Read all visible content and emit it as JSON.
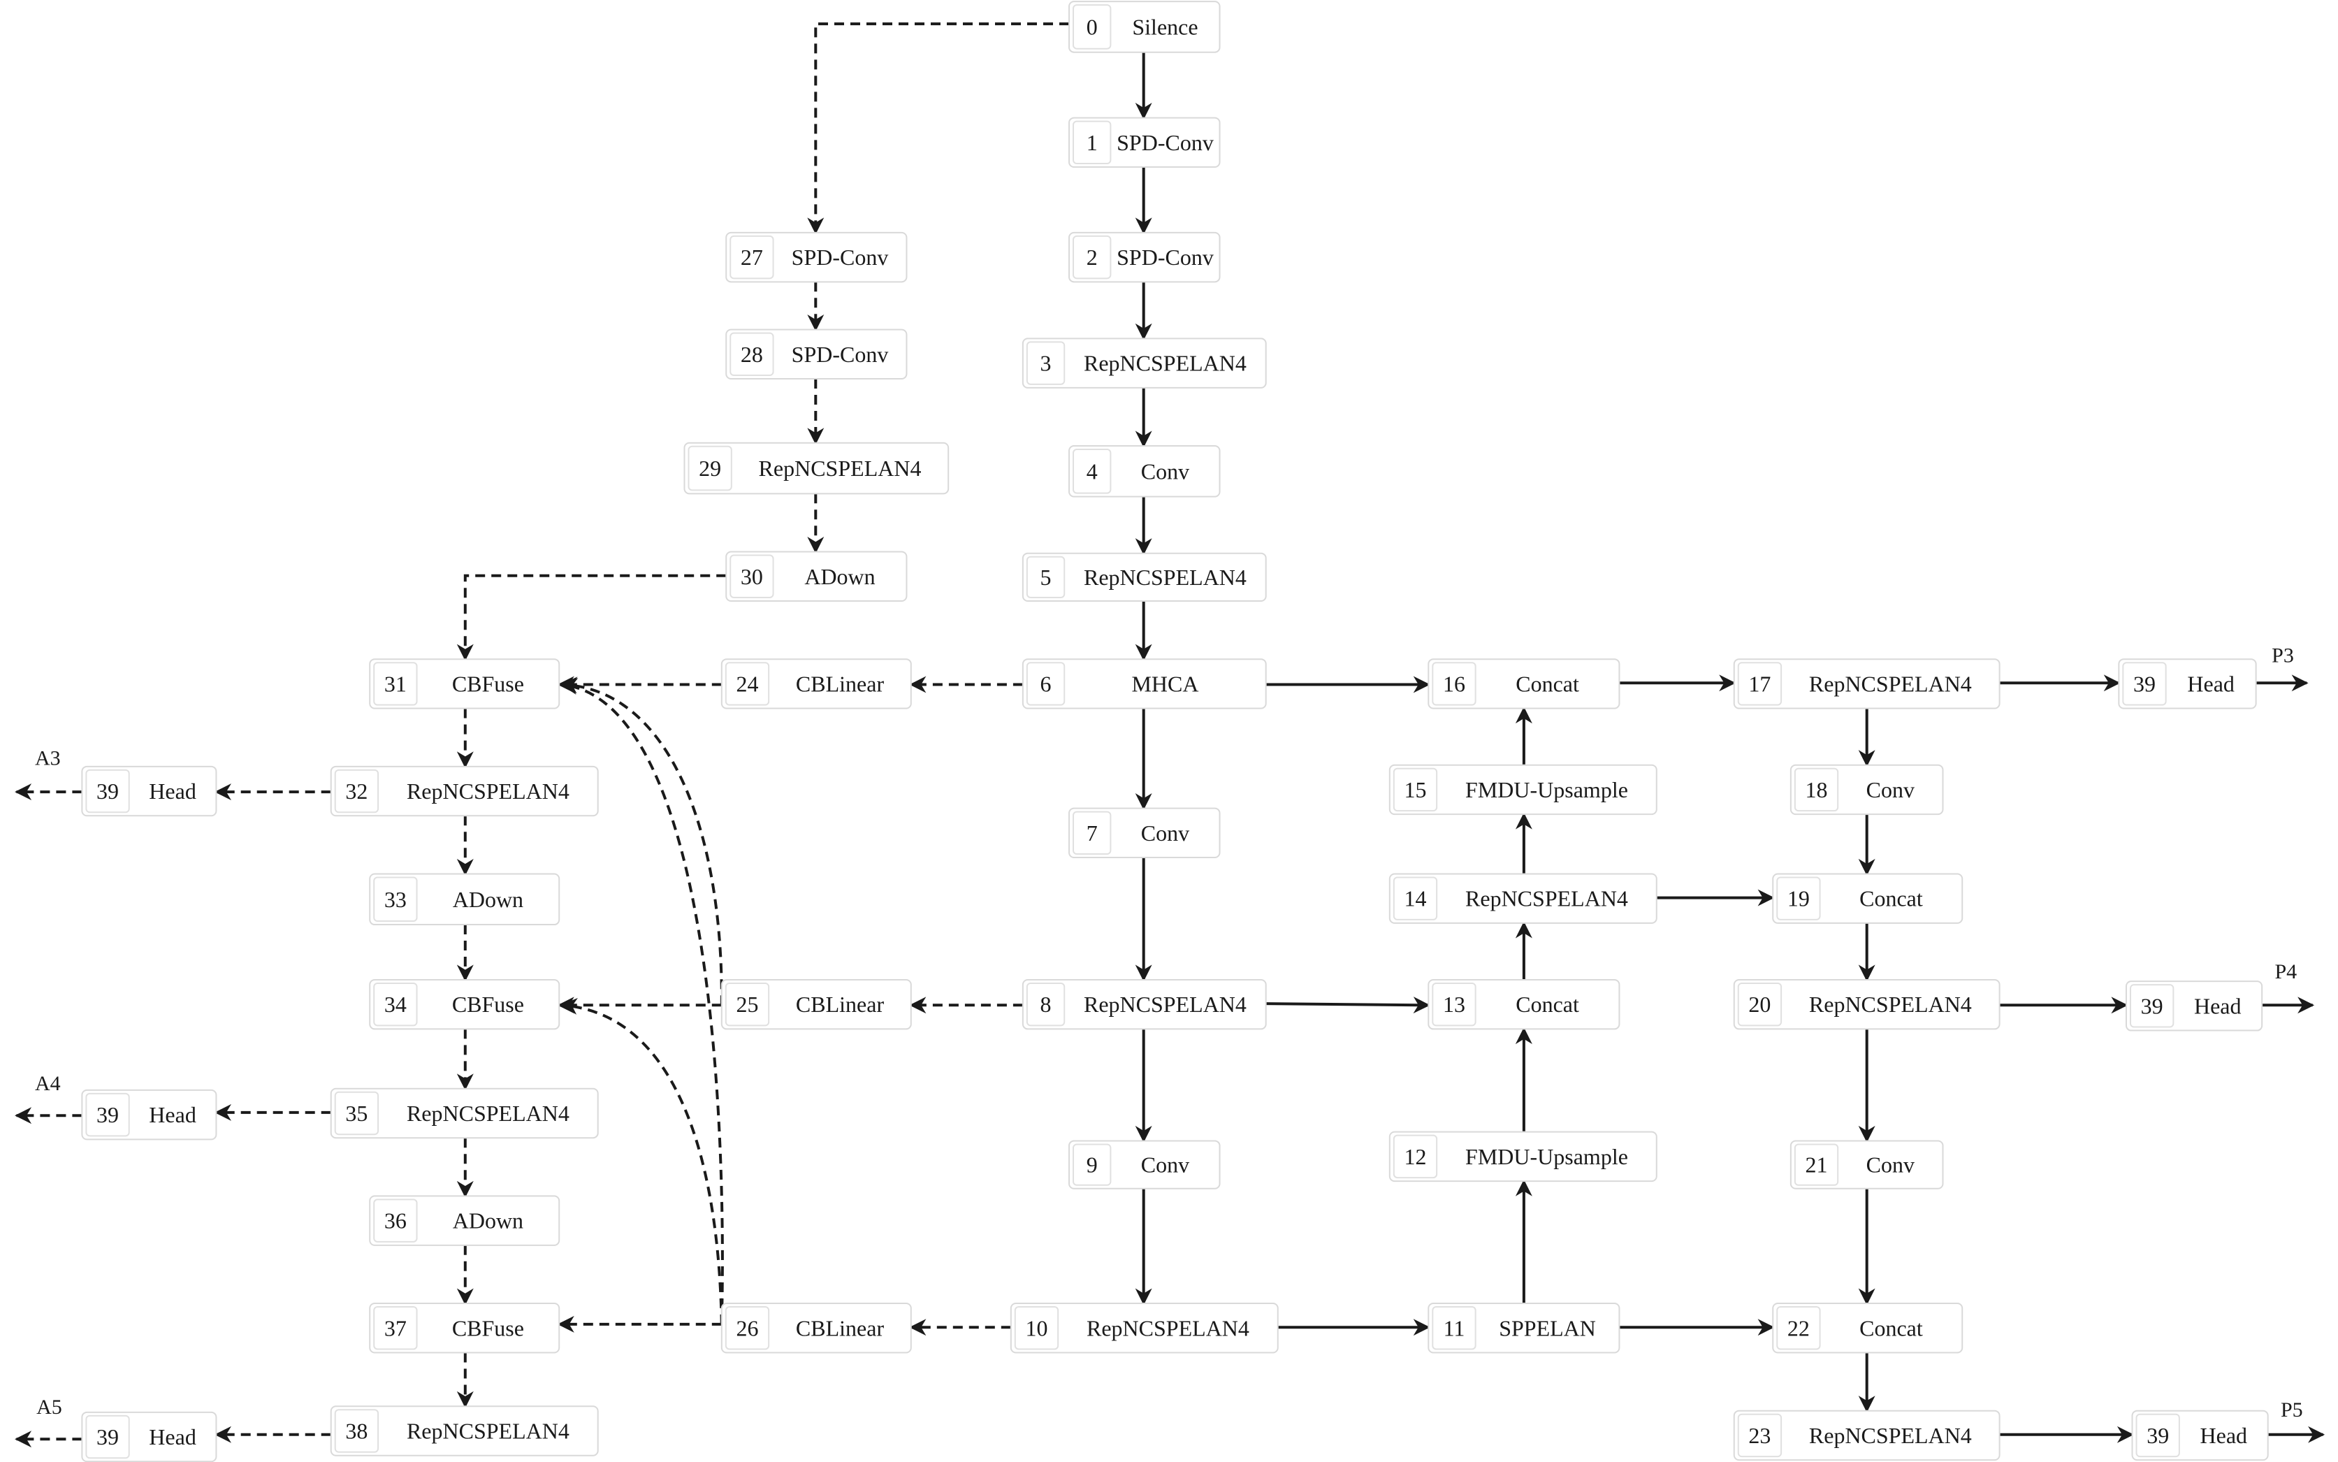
{
  "nodes": [
    {
      "id": "n0",
      "index": "0",
      "label": "Silence"
    },
    {
      "id": "n1",
      "index": "1",
      "label": "SPD-Conv"
    },
    {
      "id": "n2",
      "index": "2",
      "label": "SPD-Conv"
    },
    {
      "id": "n3",
      "index": "3",
      "label": "RepNCSPELAN4"
    },
    {
      "id": "n4",
      "index": "4",
      "label": "Conv"
    },
    {
      "id": "n5",
      "index": "5",
      "label": "RepNCSPELAN4"
    },
    {
      "id": "n6",
      "index": "6",
      "label": "MHCA"
    },
    {
      "id": "n7",
      "index": "7",
      "label": "Conv"
    },
    {
      "id": "n8",
      "index": "8",
      "label": "RepNCSPELAN4"
    },
    {
      "id": "n9",
      "index": "9",
      "label": "Conv"
    },
    {
      "id": "n10",
      "index": "10",
      "label": "RepNCSPELAN4"
    },
    {
      "id": "n11",
      "index": "11",
      "label": "SPPELAN"
    },
    {
      "id": "n12",
      "index": "12",
      "label": "FMDU-Upsample"
    },
    {
      "id": "n13",
      "index": "13",
      "label": "Concat"
    },
    {
      "id": "n14",
      "index": "14",
      "label": "RepNCSPELAN4"
    },
    {
      "id": "n15",
      "index": "15",
      "label": "FMDU-Upsample"
    },
    {
      "id": "n16",
      "index": "16",
      "label": "Concat"
    },
    {
      "id": "n17",
      "index": "17",
      "label": "RepNCSPELAN4"
    },
    {
      "id": "n18",
      "index": "18",
      "label": "Conv"
    },
    {
      "id": "n19",
      "index": "19",
      "label": "Concat"
    },
    {
      "id": "n20",
      "index": "20",
      "label": "RepNCSPELAN4"
    },
    {
      "id": "n21",
      "index": "21",
      "label": "Conv"
    },
    {
      "id": "n22",
      "index": "22",
      "label": "Concat"
    },
    {
      "id": "n23",
      "index": "23",
      "label": "RepNCSPELAN4"
    },
    {
      "id": "n24",
      "index": "24",
      "label": "CBLinear"
    },
    {
      "id": "n25",
      "index": "25",
      "label": "CBLinear"
    },
    {
      "id": "n26",
      "index": "26",
      "label": "CBLinear"
    },
    {
      "id": "n27",
      "index": "27",
      "label": "SPD-Conv"
    },
    {
      "id": "n28",
      "index": "28",
      "label": "SPD-Conv"
    },
    {
      "id": "n29",
      "index": "29",
      "label": "RepNCSPELAN4"
    },
    {
      "id": "n30",
      "index": "30",
      "label": "ADown"
    },
    {
      "id": "n31",
      "index": "31",
      "label": "CBFuse"
    },
    {
      "id": "n32",
      "index": "32",
      "label": "RepNCSPELAN4"
    },
    {
      "id": "n33",
      "index": "33",
      "label": "ADown"
    },
    {
      "id": "n34",
      "index": "34",
      "label": "CBFuse"
    },
    {
      "id": "n35",
      "index": "35",
      "label": "RepNCSPELAN4"
    },
    {
      "id": "n36",
      "index": "36",
      "label": "ADown"
    },
    {
      "id": "n37",
      "index": "37",
      "label": "CBFuse"
    },
    {
      "id": "n38",
      "index": "38",
      "label": "RepNCSPELAN4"
    },
    {
      "id": "hP3",
      "index": "39",
      "label": "Head"
    },
    {
      "id": "hP4",
      "index": "39",
      "label": "Head"
    },
    {
      "id": "hP5",
      "index": "39",
      "label": "Head"
    },
    {
      "id": "hA3",
      "index": "39",
      "label": "Head"
    },
    {
      "id": "hA4",
      "index": "39",
      "label": "Head"
    },
    {
      "id": "hA5",
      "index": "39",
      "label": "Head"
    }
  ],
  "outputs": [
    {
      "id": "oP3",
      "label": "P3"
    },
    {
      "id": "oP4",
      "label": "P4"
    },
    {
      "id": "oP5",
      "label": "P5"
    },
    {
      "id": "oA3",
      "label": "A3"
    },
    {
      "id": "oA4",
      "label": "A4"
    },
    {
      "id": "oA5",
      "label": "A5"
    }
  ],
  "edges": [
    {
      "from": "n0",
      "to": "n1",
      "style": "solid"
    },
    {
      "from": "n1",
      "to": "n2",
      "style": "solid"
    },
    {
      "from": "n2",
      "to": "n3",
      "style": "solid"
    },
    {
      "from": "n3",
      "to": "n4",
      "style": "solid"
    },
    {
      "from": "n4",
      "to": "n5",
      "style": "solid"
    },
    {
      "from": "n5",
      "to": "n6",
      "style": "solid"
    },
    {
      "from": "n6",
      "to": "n7",
      "style": "solid"
    },
    {
      "from": "n7",
      "to": "n8",
      "style": "solid"
    },
    {
      "from": "n8",
      "to": "n9",
      "style": "solid"
    },
    {
      "from": "n9",
      "to": "n10",
      "style": "solid"
    },
    {
      "from": "n10",
      "to": "n11",
      "style": "solid"
    },
    {
      "from": "n11",
      "to": "n12",
      "style": "solid"
    },
    {
      "from": "n12",
      "to": "n13",
      "style": "solid"
    },
    {
      "from": "n8",
      "to": "n13",
      "style": "solid"
    },
    {
      "from": "n13",
      "to": "n14",
      "style": "solid"
    },
    {
      "from": "n14",
      "to": "n15",
      "style": "solid"
    },
    {
      "from": "n15",
      "to": "n16",
      "style": "solid"
    },
    {
      "from": "n6",
      "to": "n16",
      "style": "solid"
    },
    {
      "from": "n16",
      "to": "n17",
      "style": "solid"
    },
    {
      "from": "n17",
      "to": "n18",
      "style": "solid"
    },
    {
      "from": "n18",
      "to": "n19",
      "style": "solid"
    },
    {
      "from": "n14",
      "to": "n19",
      "style": "solid"
    },
    {
      "from": "n19",
      "to": "n20",
      "style": "solid"
    },
    {
      "from": "n20",
      "to": "n21",
      "style": "solid"
    },
    {
      "from": "n21",
      "to": "n22",
      "style": "solid"
    },
    {
      "from": "n11",
      "to": "n22",
      "style": "solid"
    },
    {
      "from": "n22",
      "to": "n23",
      "style": "solid"
    },
    {
      "from": "n17",
      "to": "hP3",
      "style": "solid"
    },
    {
      "from": "n20",
      "to": "hP4",
      "style": "solid"
    },
    {
      "from": "n23",
      "to": "hP5",
      "style": "solid"
    },
    {
      "from": "hP3",
      "to": "oP3",
      "style": "solid"
    },
    {
      "from": "hP4",
      "to": "oP4",
      "style": "solid"
    },
    {
      "from": "hP5",
      "to": "oP5",
      "style": "solid"
    },
    {
      "from": "n0",
      "to": "n27",
      "style": "dashed"
    },
    {
      "from": "n27",
      "to": "n28",
      "style": "dashed"
    },
    {
      "from": "n28",
      "to": "n29",
      "style": "dashed"
    },
    {
      "from": "n29",
      "to": "n30",
      "style": "dashed"
    },
    {
      "from": "n30",
      "to": "n31",
      "style": "dashed"
    },
    {
      "from": "n6",
      "to": "n24",
      "style": "dashed"
    },
    {
      "from": "n8",
      "to": "n25",
      "style": "dashed"
    },
    {
      "from": "n10",
      "to": "n26",
      "style": "dashed"
    },
    {
      "from": "n24",
      "to": "n31",
      "style": "dashed"
    },
    {
      "from": "n25",
      "to": "n34",
      "style": "dashed"
    },
    {
      "from": "n26",
      "to": "n37",
      "style": "dashed"
    },
    {
      "from": "n25",
      "to": "n31",
      "style": "dashed"
    },
    {
      "from": "n26",
      "to": "n31",
      "style": "dashed"
    },
    {
      "from": "n26",
      "to": "n34",
      "style": "dashed"
    },
    {
      "from": "n31",
      "to": "n32",
      "style": "dashed"
    },
    {
      "from": "n32",
      "to": "n33",
      "style": "dashed"
    },
    {
      "from": "n33",
      "to": "n34",
      "style": "dashed"
    },
    {
      "from": "n34",
      "to": "n35",
      "style": "dashed"
    },
    {
      "from": "n35",
      "to": "n36",
      "style": "dashed"
    },
    {
      "from": "n36",
      "to": "n37",
      "style": "dashed"
    },
    {
      "from": "n37",
      "to": "n38",
      "style": "dashed"
    },
    {
      "from": "n32",
      "to": "hA3",
      "style": "dashed"
    },
    {
      "from": "n35",
      "to": "hA4",
      "style": "dashed"
    },
    {
      "from": "n38",
      "to": "hA5",
      "style": "dashed"
    },
    {
      "from": "hA3",
      "to": "oA3",
      "style": "dashed"
    },
    {
      "from": "hA4",
      "to": "oA4",
      "style": "dashed"
    },
    {
      "from": "hA5",
      "to": "oA5",
      "style": "dashed"
    }
  ]
}
